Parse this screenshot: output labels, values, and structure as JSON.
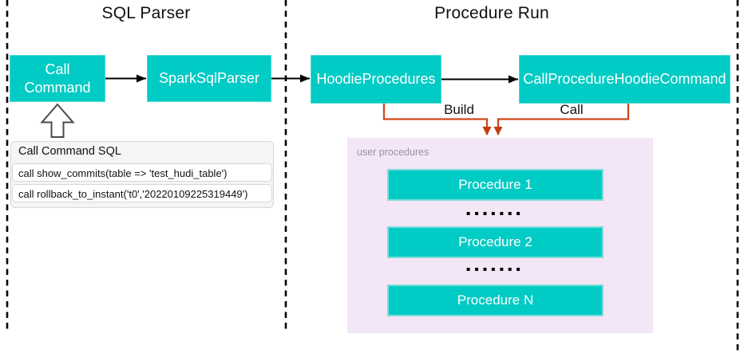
{
  "sections": {
    "sql_parser": {
      "title": "SQL Parser"
    },
    "procedure_run": {
      "title": "Procedure Run"
    }
  },
  "nodes": {
    "call_command": {
      "label": "Call Command"
    },
    "spark_sql_parser": {
      "label": "SparkSqlParser"
    },
    "hoodie_procedures": {
      "label": "HoodieProcedures"
    },
    "call_procedure_hoodie_command": {
      "label": "CallProcedureHoodieCommand"
    }
  },
  "edges": {
    "build": {
      "label": "Build"
    },
    "call": {
      "label": "Call"
    }
  },
  "sql_panel": {
    "title": "Call Command SQL",
    "rows": [
      "call show_commits(table => 'test_hudi_table')",
      "call rollback_to_instant('t0','20220109225319449')"
    ]
  },
  "user_procedures": {
    "label": "user procedures",
    "items": [
      "Procedure 1",
      "Procedure 2",
      "Procedure N"
    ],
    "ellipsis": "▪▪▪▪▪▪▪"
  },
  "colors": {
    "node_teal": "#00cbc4",
    "connector_orange": "#d0481c",
    "panel_lavender": "#f3e6f6",
    "sql_panel_gray": "#f5f5f5"
  }
}
